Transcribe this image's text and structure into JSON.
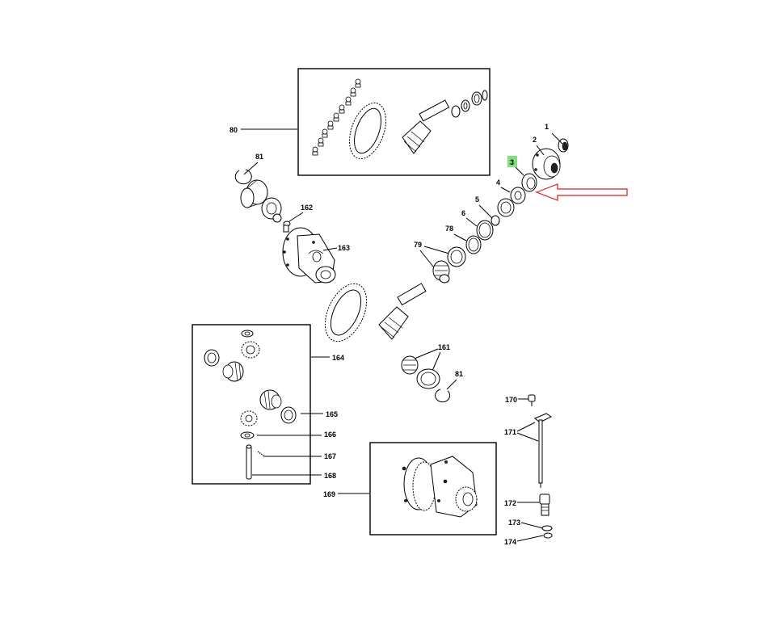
{
  "diagram": {
    "callouts": {
      "c1": "1",
      "c2": "2",
      "c3": "3",
      "c4": "4",
      "c5": "5",
      "c6": "6",
      "c78": "78",
      "c79": "79",
      "c80": "80",
      "c81a": "81",
      "c81b": "81",
      "c161": "161",
      "c162": "162",
      "c163": "163",
      "c164": "164",
      "c165": "165",
      "c166": "166",
      "c167": "167",
      "c168": "168",
      "c169": "169",
      "c170": "170",
      "c171": "171",
      "c172": "172",
      "c173": "173",
      "c174": "174"
    },
    "highlight": {
      "callout": "3",
      "color": "#7ee07e"
    },
    "arrow": {
      "color": "#d32020",
      "direction": "left",
      "target": "3"
    }
  }
}
